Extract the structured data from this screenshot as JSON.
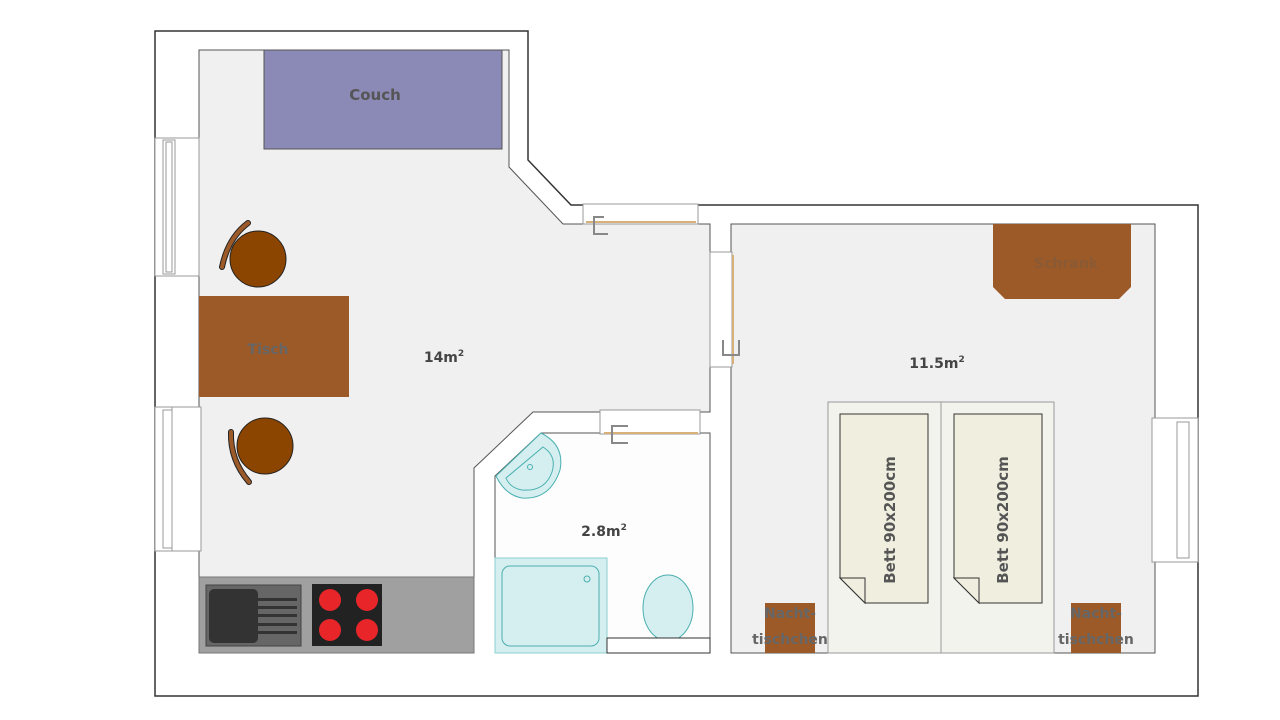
{
  "rooms": {
    "living": {
      "area": "14m",
      "sup": "2"
    },
    "bath": {
      "area": "2.8m",
      "sup": "2"
    },
    "bedroom": {
      "area": "11.5m",
      "sup": "2"
    }
  },
  "furniture": {
    "couch": "Couch",
    "table": "Tisch",
    "wardrobe": "Schrank",
    "bed1": "Bett 90x200cm",
    "bed2": "Bett 90x200cm",
    "nightstand_left": [
      "Nacht-",
      "tischchen"
    ],
    "nightstand_right": [
      "Nacht-",
      "tischchen"
    ]
  },
  "colors": {
    "couch": "#8b89b5",
    "wood": "#9c5a28",
    "chair": "#8b4500",
    "floor": "#f0f0f0",
    "sanitary": "#d5eef0",
    "burner": "#e8262a"
  }
}
